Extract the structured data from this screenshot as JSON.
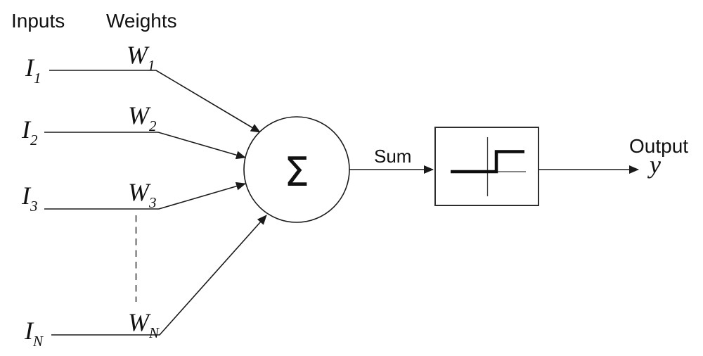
{
  "diagram": {
    "headers": {
      "inputs": "Inputs",
      "weights": "Weights"
    },
    "inputs": [
      {
        "symbol": "I",
        "sub": "1"
      },
      {
        "symbol": "I",
        "sub": "2"
      },
      {
        "symbol": "I",
        "sub": "3"
      },
      {
        "symbol": "I",
        "sub": "N"
      }
    ],
    "weights": [
      {
        "symbol": "W",
        "sub": "1"
      },
      {
        "symbol": "W",
        "sub": "2"
      },
      {
        "symbol": "W",
        "sub": "3"
      },
      {
        "symbol": "W",
        "sub": "N"
      }
    ],
    "sum": {
      "symbol": "Σ",
      "out_label": "Sum"
    },
    "output": {
      "label": "Output",
      "symbol": "y"
    },
    "icons": {
      "activation": "step-function-icon",
      "arrow": "arrowhead-icon"
    },
    "colors": {
      "stroke": "#1a1a1a",
      "text": "#111111",
      "background": "#ffffff"
    }
  }
}
